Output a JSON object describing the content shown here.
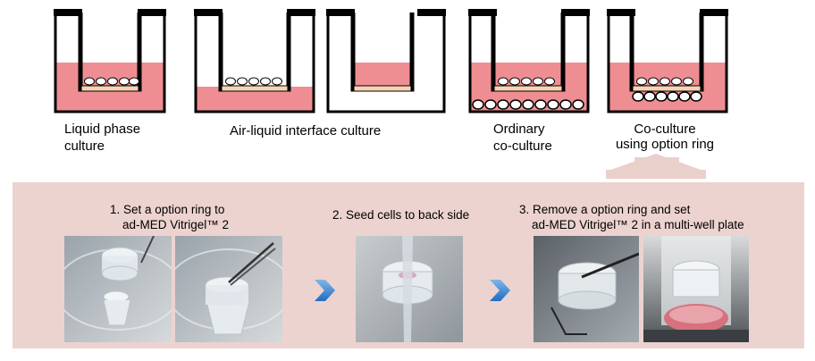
{
  "top_labels": {
    "liquid_line1": "Liquid phase",
    "liquid_line2": "culture",
    "air_liquid": "Air-liquid interface culture",
    "ordinary_line1": "Ordinary",
    "ordinary_line2": "co-culture",
    "coculture_line1": "Co-culture",
    "coculture_line2": "using option ring"
  },
  "steps": {
    "step1_line1": "1. Set a option ring to",
    "step1_line2": "ad-MED Vitrigel™ 2",
    "step2": "2. Seed cells to back side",
    "step3_line1": "3. Remove a option ring and set",
    "step3_line2": "ad-MED Vitrigel™ 2 in a multi-well plate"
  },
  "colors": {
    "medium_pink": "#ef8e92",
    "membrane": "#f7d3b4",
    "panel": "#ecd3cf",
    "arrow_blue": "#2f7fd0",
    "up_arrow": "#e8c9c3"
  }
}
